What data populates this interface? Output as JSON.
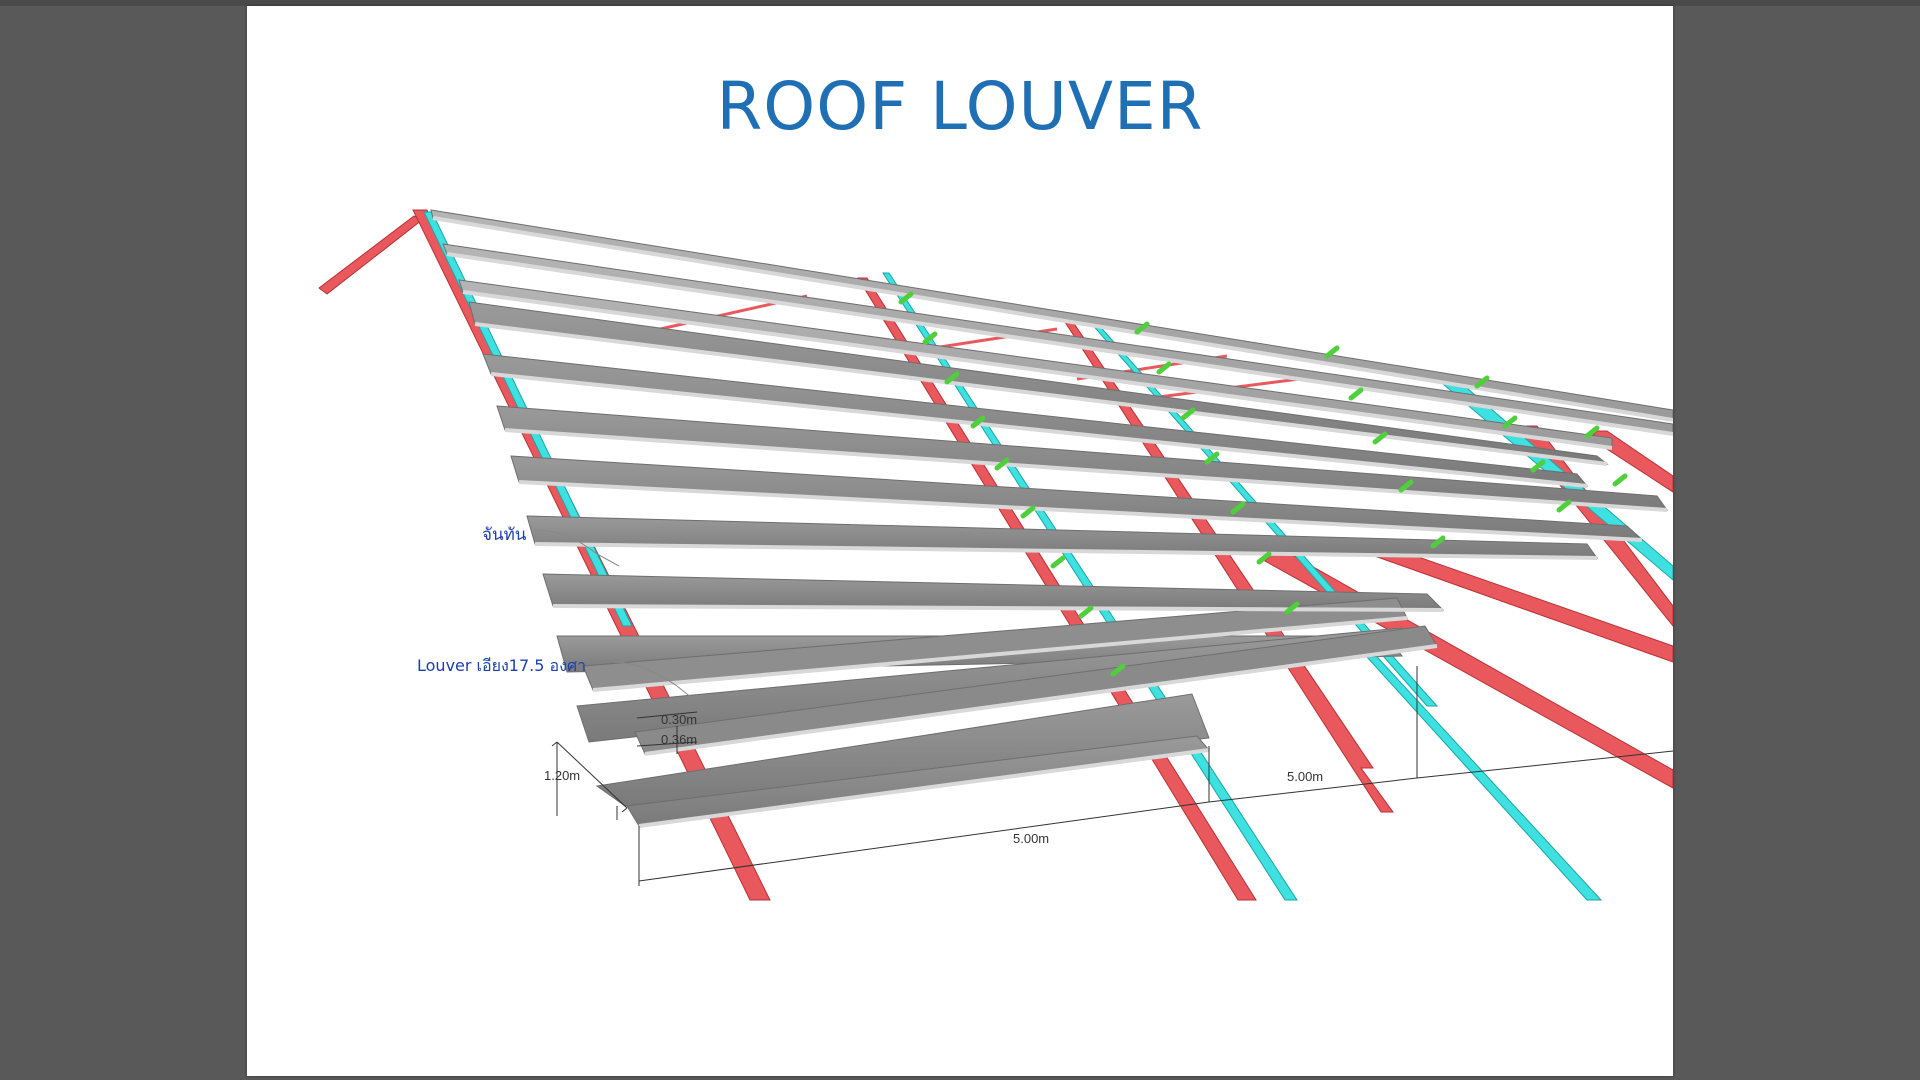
{
  "slide": {
    "title": "ROOF LOUVER"
  },
  "diagram": {
    "labels": {
      "support": "จันทัน",
      "louver": "Louver เอียง17.5 องศา"
    },
    "dimensions": {
      "slat_gap": "0.30m",
      "slat_depth": "0.36m",
      "width_span": "1.20m",
      "rafter_span_front": "5.00m",
      "rafter_span_back": "5.00m"
    },
    "colors": {
      "rafter": "#e8585c",
      "rafter_dark": "#b83236",
      "purlin": "#3fe0e0",
      "bracket": "#5fd54a",
      "slat_top": "#8c8c8c",
      "slat_edge": "#d0d0d0",
      "title": "#1f6fb5",
      "label": "#1b3fae"
    }
  }
}
